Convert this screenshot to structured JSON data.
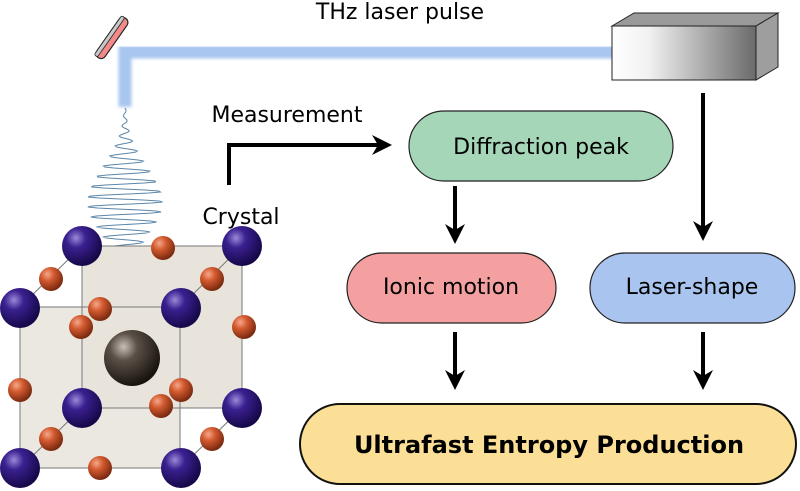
{
  "labels": {
    "laser_pulse": "THz laser pulse",
    "measurement": "Measurement",
    "crystal": "Crystal"
  },
  "nodes": {
    "diffraction": {
      "label": "Diffraction peak",
      "color": "#a5d6b7"
    },
    "ionic": {
      "label": "Ionic motion",
      "color": "#f4a0a0"
    },
    "laser_shape": {
      "label": "Laser-shape",
      "color": "#a9c4ee"
    },
    "entropy": {
      "label": "Ultrafast Entropy Production",
      "color": "#fbdf96"
    }
  },
  "colors": {
    "beam": "#a8c6ef",
    "large_atom": "#2a1470",
    "small_atom": "#c8502a",
    "center_atom": "#2e2620",
    "cell_face": "#e8e4dc",
    "wave": "#5c86a8"
  }
}
